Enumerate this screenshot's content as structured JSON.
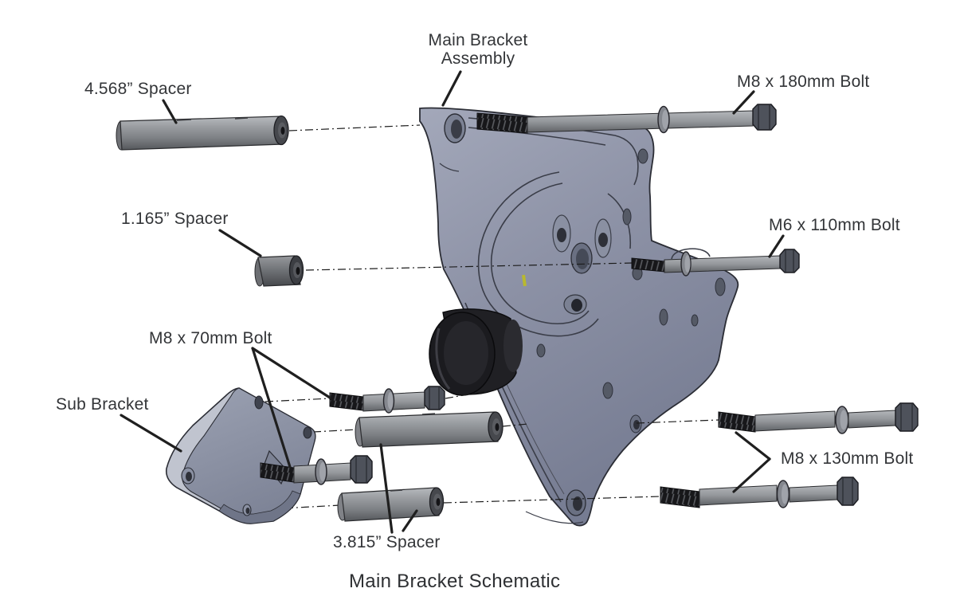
{
  "diagram": {
    "caption": "Main Bracket Schematic",
    "labels": {
      "spacer_4568": "4.568” Spacer",
      "assembly_line1": "Main Bracket",
      "assembly_line2": "Assembly",
      "bolt_m8_180": "M8 x 180mm Bolt",
      "spacer_1165": "1.165” Spacer",
      "bolt_m6_110": "M6 x 110mm Bolt",
      "bolt_m8_70": "M8 x 70mm Bolt",
      "sub_bracket": "Sub Bracket",
      "bolt_m8_130": "M8 x 130mm Bolt",
      "spacer_3815": "3.815” Spacer"
    },
    "colors": {
      "background": "#ffffff",
      "bracket_body": "#8e93a6",
      "metal_gray": "#909397",
      "dark_metal": "#46484d",
      "black_bushing": "#1b1b1f",
      "line_color": "#1f1f1f",
      "label_text": "#333538",
      "yellow_mark": "#b9b92e"
    }
  }
}
